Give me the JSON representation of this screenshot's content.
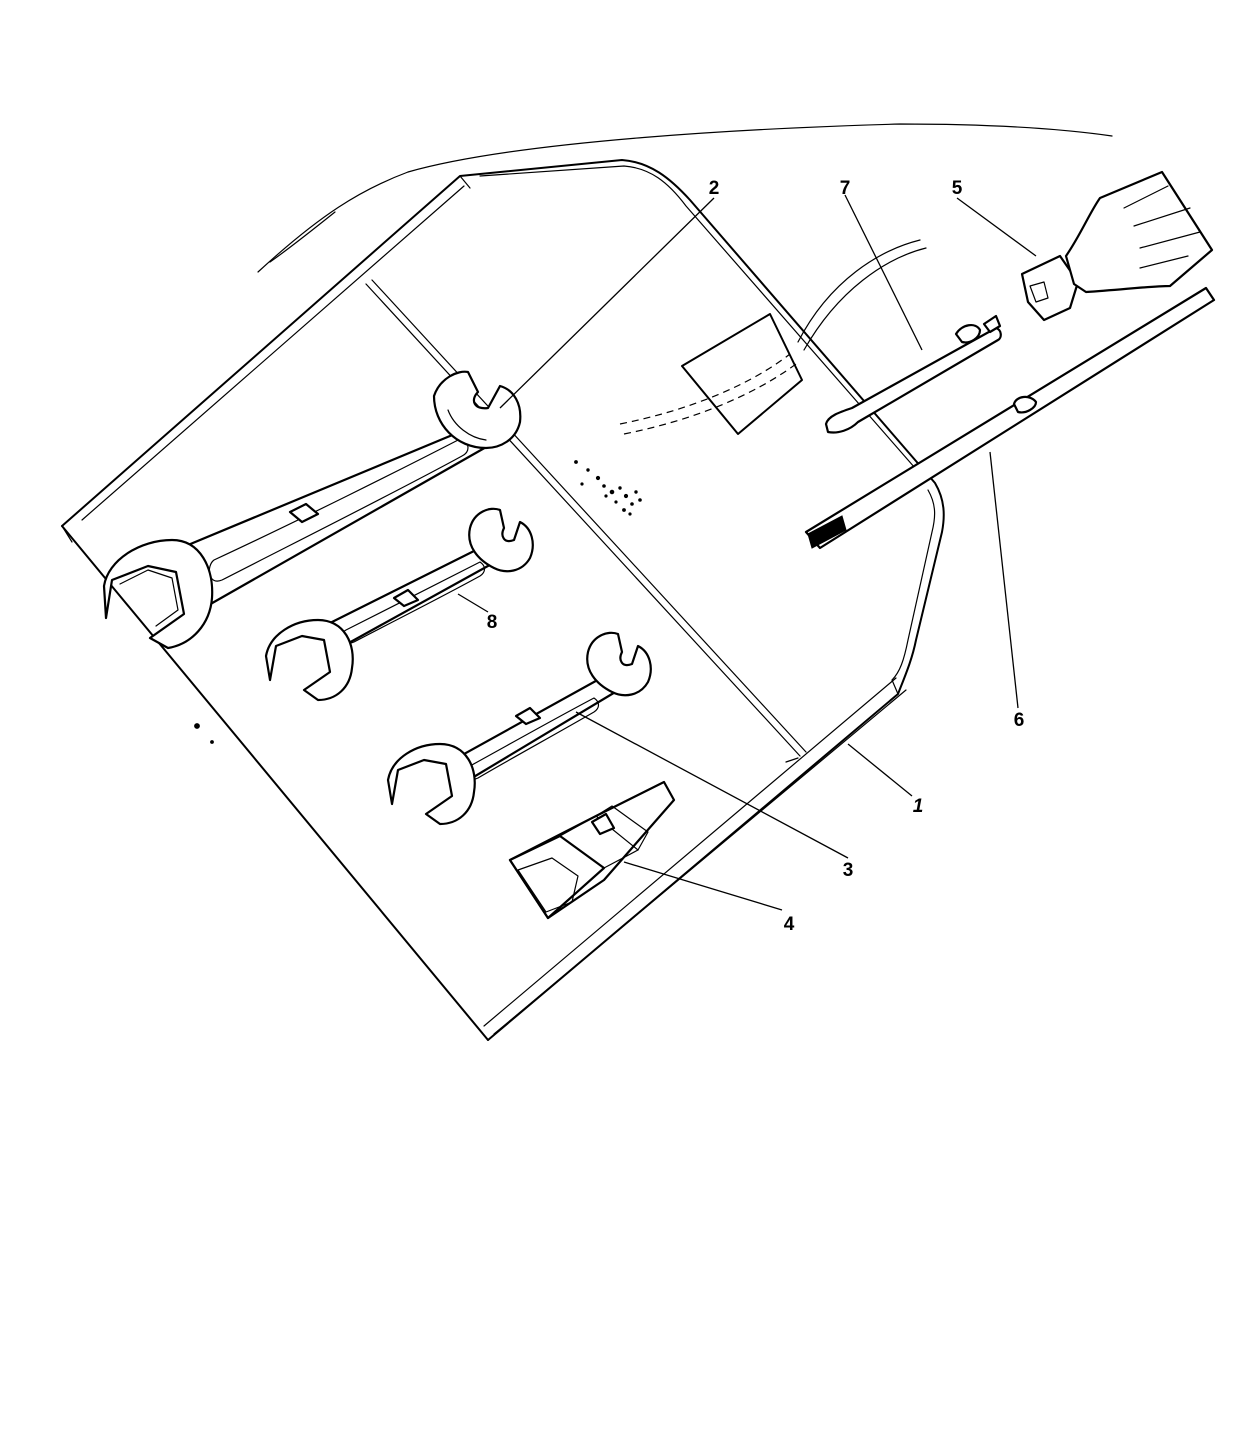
{
  "figure": {
    "background": "#ffffff",
    "ink": "#000000",
    "callouts": [
      {
        "id": "1",
        "label": "1"
      },
      {
        "id": "2",
        "label": "2"
      },
      {
        "id": "3",
        "label": "3"
      },
      {
        "id": "4",
        "label": "4"
      },
      {
        "id": "5",
        "label": "5"
      },
      {
        "id": "6",
        "label": "6"
      },
      {
        "id": "7",
        "label": "7"
      },
      {
        "id": "8",
        "label": "8"
      }
    ]
  }
}
